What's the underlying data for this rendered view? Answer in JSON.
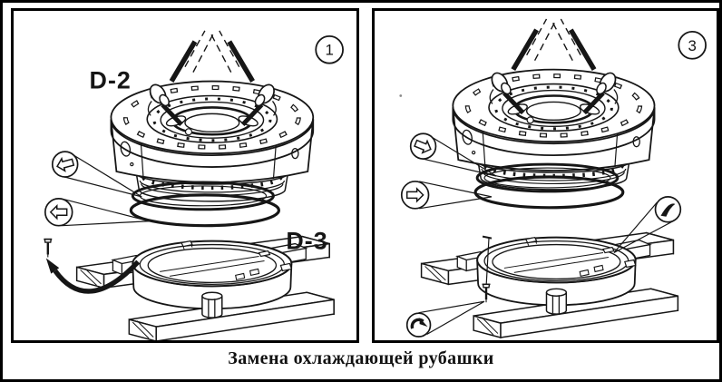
{
  "figure": {
    "caption": "Замена охлаждающей рубашки",
    "panels": [
      {
        "number": "1",
        "label_jacket": "D-2",
        "label_base": "D-3",
        "callout_icons": [
          "arrow-left-hollow",
          "arrow-left-hollow"
        ],
        "detail_icons": [
          "screw",
          "curved-sweep-arrow",
          "lifting-slings"
        ]
      },
      {
        "number": "3",
        "callout_icons": [
          "arrow-right-hollow",
          "arrow-right-hollow",
          "arrow-wedge-filled",
          "rotate-clockwise-arrow"
        ],
        "detail_icons": [
          "screw",
          "lifting-slings"
        ]
      }
    ]
  },
  "colors": {
    "ink": "#161616",
    "paper": "#ffffff"
  }
}
